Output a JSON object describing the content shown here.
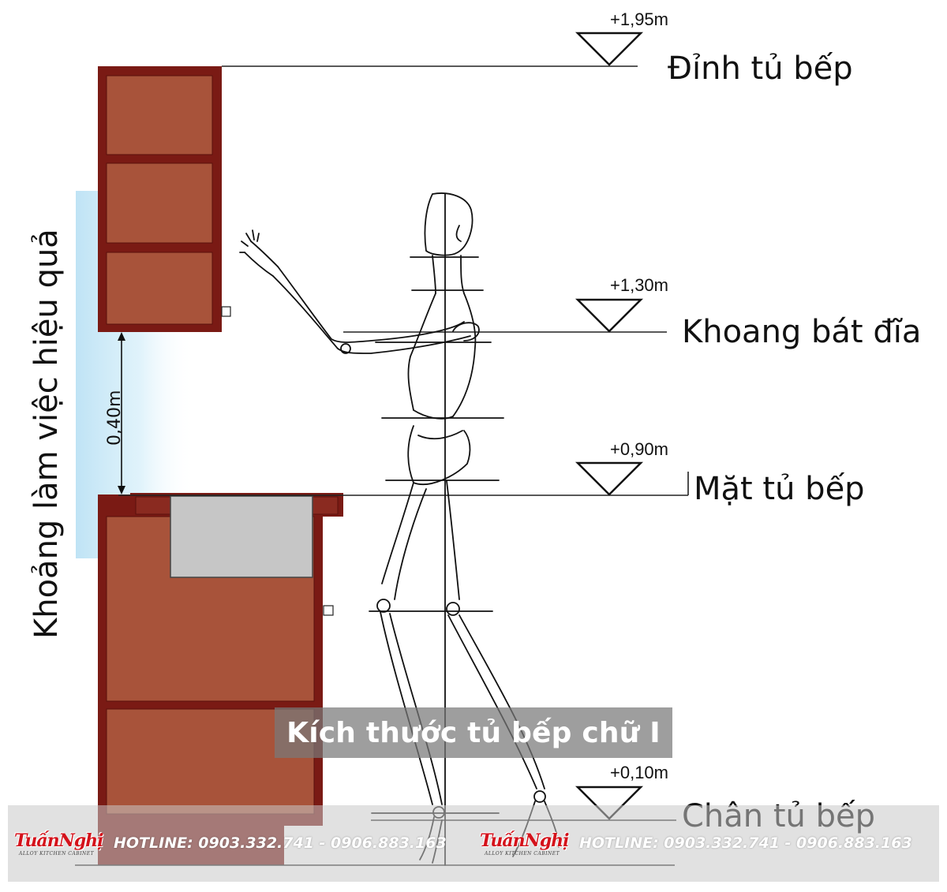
{
  "caption": "Kích thước tủ bếp chữ I",
  "zone_label": "Khoảng làm việc hiệu quả",
  "gap_label": "0,40m",
  "levels": {
    "top": {
      "elevation": "+1,95m",
      "label": "Đỉnh tủ bếp"
    },
    "shelf": {
      "elevation": "+1,30m",
      "label": "Khoang bát đĩa"
    },
    "counter": {
      "elevation": "+0,90m",
      "label": "Mặt tủ bếp"
    },
    "base": {
      "elevation": "+0,10m",
      "label": "Chân tủ bếp"
    }
  },
  "brand": {
    "name": "TuấnNghị",
    "tagline": "ALLOY KITCHEN CABINET"
  },
  "hotline": "HOTLINE: 0903.332.741 - 0906.883.163",
  "colors": {
    "cabinet_frame": "#7a1a14",
    "cabinet_panel": "#a8533a",
    "sink": "#c6c6c6",
    "zone_band": "#bfe3f5",
    "brand_red": "#d4121b"
  }
}
